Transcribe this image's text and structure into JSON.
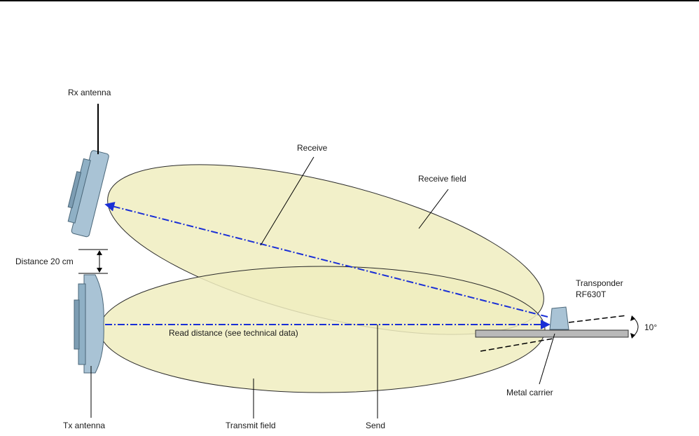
{
  "labels": {
    "rx_antenna": "Rx antenna",
    "tx_antenna": "Tx antenna",
    "receive": "Receive",
    "receive_field": "Receive field",
    "distance": "Distance 20 cm",
    "transponder_line1": "Transponder",
    "transponder_line2": "RF630T",
    "read_distance": "Read distance (see technical data)",
    "angle": "10°",
    "metal_carrier": "Metal carrier",
    "transmit_field": "Transmit field",
    "send": "Send"
  },
  "colors": {
    "field_fill": "#f0edbf",
    "field_stroke": "#2a2a2a",
    "antenna_fill": "#a9c3d5",
    "antenna_stroke": "#4a6678",
    "signal_line": "#1a2fd6",
    "carrier_fill": "#b9b9b9"
  }
}
